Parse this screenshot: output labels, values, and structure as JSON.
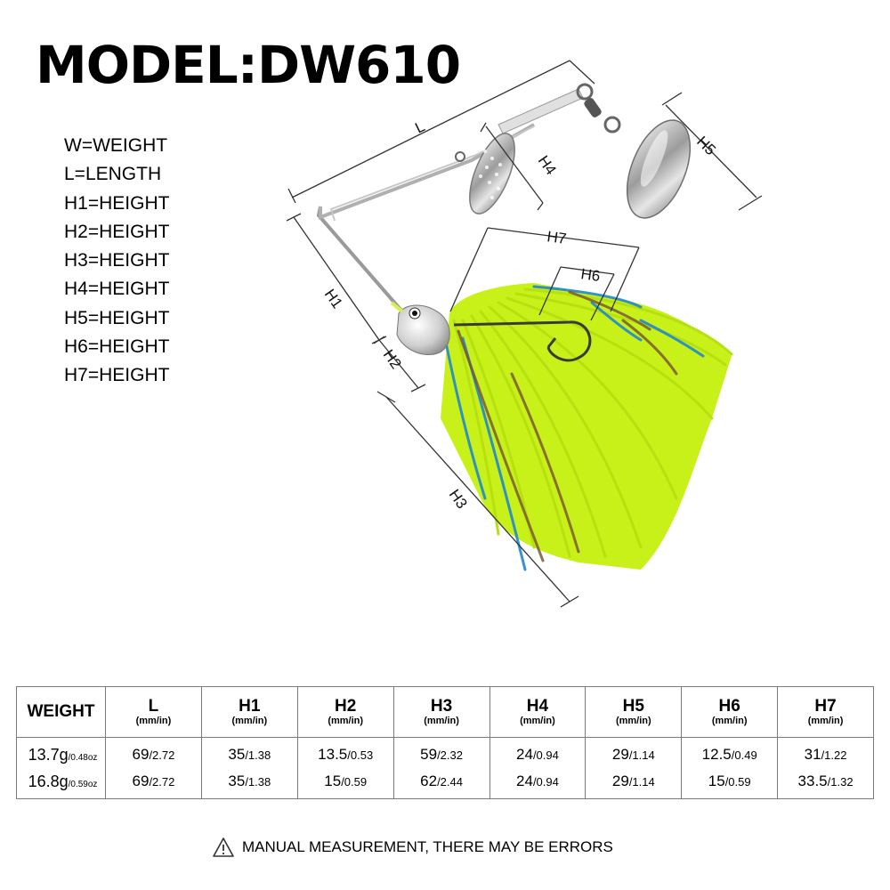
{
  "model": "MODEL:DW610",
  "legend": [
    "W=WEIGHT",
    "L=LENGTH",
    "H1=HEIGHT",
    "H2=HEIGHT",
    "H3=HEIGHT",
    "H4=HEIGHT",
    "H5=HEIGHT",
    "H6=HEIGHT",
    "H7=HEIGHT"
  ],
  "dimension_labels": {
    "L": "L",
    "H1": "H1",
    "H2": "H2",
    "H3": "H3",
    "H4": "H4",
    "H5": "H5",
    "H6": "H6",
    "H7": "H7"
  },
  "colors": {
    "skirt": "#c8f11a",
    "skirt_blue": "#1f88d0",
    "skirt_brown": "#7a5a32",
    "blade": "#c9c9c9",
    "wire": "#a9a9a9",
    "dim_line": "#333333"
  },
  "table": {
    "weight_header": "WEIGHT",
    "columns": [
      {
        "main": "L",
        "unit": "(mm/in)"
      },
      {
        "main": "H1",
        "unit": "(mm/in)"
      },
      {
        "main": "H2",
        "unit": "(mm/in)"
      },
      {
        "main": "H3",
        "unit": "(mm/in)"
      },
      {
        "main": "H4",
        "unit": "(mm/in)"
      },
      {
        "main": "H5",
        "unit": "(mm/in)"
      },
      {
        "main": "H6",
        "unit": "(mm/in)"
      },
      {
        "main": "H7",
        "unit": "(mm/in)"
      }
    ],
    "rows": [
      {
        "weight": "13.7g",
        "weight_oz": "/0.48oz",
        "cells": [
          [
            "69",
            "/2.72"
          ],
          [
            "35",
            "/1.38"
          ],
          [
            "13.5",
            "/0.53"
          ],
          [
            "59",
            "/2.32"
          ],
          [
            "24",
            "/0.94"
          ],
          [
            "29",
            "/1.14"
          ],
          [
            "12.5",
            "/0.49"
          ],
          [
            "31",
            "/1.22"
          ]
        ]
      },
      {
        "weight": "16.8g",
        "weight_oz": "/0.59oz",
        "cells": [
          [
            "69",
            "/2.72"
          ],
          [
            "35",
            "/1.38"
          ],
          [
            "15",
            "/0.59"
          ],
          [
            "62",
            "/2.44"
          ],
          [
            "24",
            "/0.94"
          ],
          [
            "29",
            "/1.14"
          ],
          [
            "15",
            "/0.59"
          ],
          [
            "33.5",
            "/1.32"
          ]
        ]
      }
    ]
  },
  "note": {
    "icon": "warning-triangle-icon",
    "text": "MANUAL MEASUREMENT, THERE MAY BE ERRORS"
  }
}
